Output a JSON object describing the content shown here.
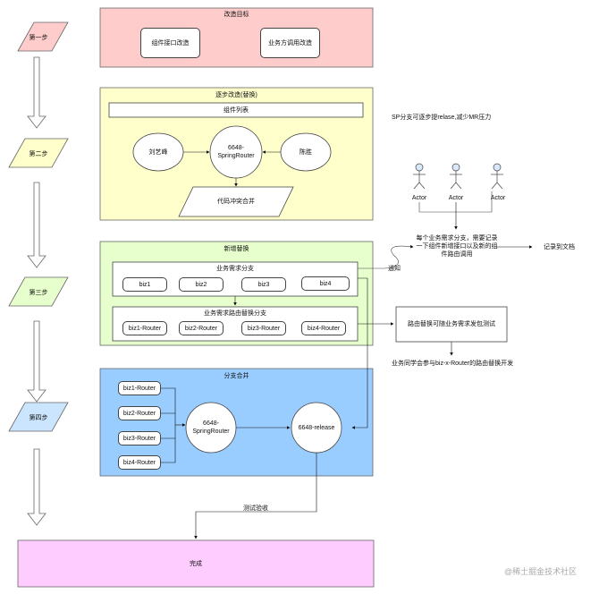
{
  "colors": {
    "pink": "#ffcccc",
    "yellow": "#ffffcc",
    "green": "#e6ffcc",
    "blue": "#99ccff",
    "step_blue": "#cce5ff",
    "magenta": "#ffccff",
    "actor_head": "#dae8fc"
  },
  "steps": [
    "第一步",
    "第二步",
    "第三步",
    "第四步"
  ],
  "goal": {
    "title": "改造目标",
    "items": [
      "组件接口改造",
      "业务方调用改造"
    ]
  },
  "gradual": {
    "title": "逐步改造(替换)",
    "component_list": "组件列表",
    "person_left": "刘艺峰",
    "person_right": "陈胜",
    "router": "6648-\nSpringRouter",
    "conflict": "代码冲突合并"
  },
  "sp_note": "SP分支可逐步提relase,减少MR压力",
  "actors": [
    "Actor",
    "Actor",
    "Actor"
  ],
  "record_note": "每个业务需求分支，需要记录一下组件新增接口以及新的组件路由调用",
  "record_target": "记录到文档",
  "notify_label": "通知",
  "new_replace": {
    "title": "新增替换",
    "biz_branch_title": "业务需求分支",
    "biz": [
      "biz1",
      "biz2",
      "biz3",
      "biz4"
    ],
    "router_branch_title": "业务需求路由替换分支",
    "routers": [
      "biz1-Router",
      "biz2-Router",
      "biz3-Router",
      "biz4-Router"
    ]
  },
  "route_test": "路由替换可随业务需求发包测试",
  "route_dev": "业务同学会参与biz-x-Router的路由替换开发",
  "merge": {
    "title": "分支合并",
    "routers": [
      "biz1-Router",
      "biz2-Router",
      "biz3-Router",
      "biz4-Router"
    ],
    "spring_router": "6648-\nSpringRouter",
    "release": "6648-release"
  },
  "test_accept": "测试验收",
  "done": "完成",
  "watermark": "@稀土掘金技术社区"
}
